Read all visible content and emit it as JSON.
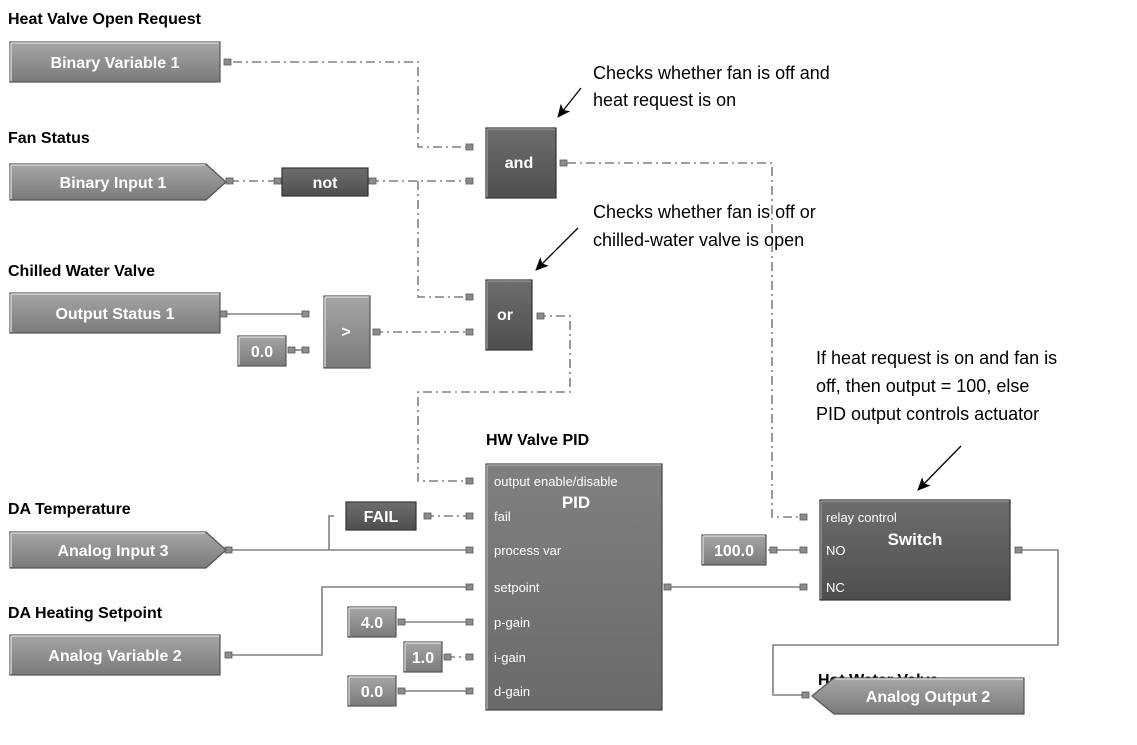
{
  "headings": {
    "heat_valve_open_request": "Heat Valve Open Request",
    "fan_status": "Fan Status",
    "chilled_water_valve": "Chilled Water Valve",
    "hw_valve_pid": "HW Valve PID",
    "da_temperature": "DA Temperature",
    "da_heating_setpoint": "DA Heating Setpoint",
    "hot_water_valve": "Hot Water Valve"
  },
  "blocks": {
    "binary_variable_1": "Binary Variable 1",
    "binary_input_1": "Binary Input 1",
    "output_status_1": "Output Status 1",
    "analog_input_3": "Analog Input 3",
    "analog_variable_2": "Analog Variable 2",
    "analog_output_2": "Analog Output 2"
  },
  "logic": {
    "not": "not",
    "and": "and",
    "or": "or",
    "compare": ">",
    "fail": "FAIL"
  },
  "constants": {
    "compare_zero": "0.0",
    "switch_no": "100.0",
    "p_gain": "4.0",
    "i_gain": "1.0",
    "d_gain": "0.0"
  },
  "pid": {
    "title": "PID",
    "ports": {
      "output_enable": "output enable/disable",
      "fail": "fail",
      "process_var": "process var",
      "setpoint": "setpoint",
      "p_gain": "p-gain",
      "i_gain": "i-gain",
      "d_gain": "d-gain"
    }
  },
  "switch": {
    "title": "Switch",
    "ports": {
      "relay_control": "relay control",
      "no": "NO",
      "nc": "NC"
    }
  },
  "notes": {
    "and_note_line1": "Checks whether fan is off and",
    "and_note_line2": "heat request is on",
    "or_note_line1": "Checks whether fan is off or",
    "or_note_line2": "chilled-water valve is open",
    "switch_note_line1": "If heat request is on and fan is",
    "switch_note_line2": "off, then output = 100, else",
    "switch_note_line3": "PID output controls actuator"
  },
  "colors": {
    "block_fill": "#8a8a8a",
    "logic_fill": "#5e5e5e",
    "wire": "#808080"
  }
}
